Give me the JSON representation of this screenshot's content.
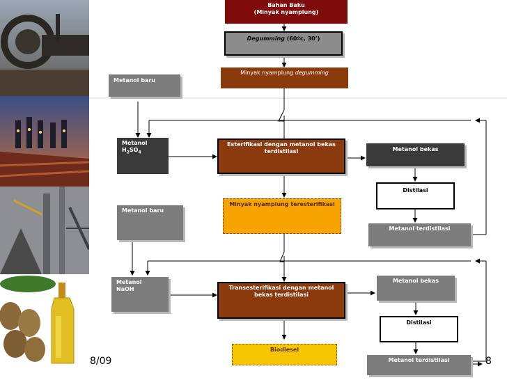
{
  "boxes": {
    "bahan_baku_line1": "Bahan Baku",
    "bahan_baku_line2": "(Minyak nyamplung)",
    "degumming_italic": "Degumming",
    "degumming_rest": " (60ºc, 30’)",
    "minyak_degumming_prefix": "Minyak nyamplung ",
    "minyak_degumming_italic": "degumming",
    "metanol_baru_1": "Metanol baru",
    "metanol_h2so4_line1": "Metanol",
    "metanol_h2so4_line2_a": "H",
    "metanol_h2so4_line2_sub1": "2",
    "metanol_h2so4_line2_b": "SO",
    "metanol_h2so4_line2_sub2": "4",
    "esterifikasi": "Esterifikasi dengan metanol bekas terdistilasi",
    "metanol_bekas_1": "Metanol bekas",
    "distilasi_1": "Distilasi",
    "minyak_teresterifikasi": "Minyak nyamplung  teresterifikasi",
    "metanol_baru_2": "Metanol baru",
    "metanol_terdistilasi_1": "Metanol terdistilasi",
    "metanol_naoh_line1": "Metanol",
    "metanol_naoh_line2": "NaOH",
    "transesterifikasi": "Transesterifikasi dengan metanol bekas terdistilasi",
    "metanol_bekas_2": "Metanol bekas",
    "distilasi_2": "Distilasi",
    "biodiesel": "Biodiesel",
    "metanol_terdistilasi_2": "Metanol terdistilasi"
  },
  "footer": {
    "date": "8/09",
    "page": "8"
  },
  "colors": {
    "dark_red": "#7f0b0b",
    "brown": "#8b3a0e",
    "grey": "#7c7c7c",
    "dark_grey": "#3a3a3a",
    "orange": "#f7a400",
    "yellow": "#f7c600"
  }
}
